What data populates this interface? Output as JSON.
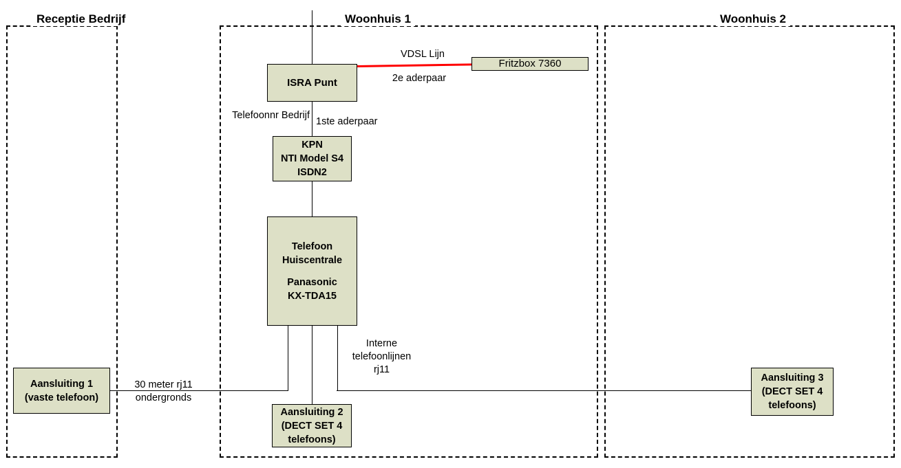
{
  "zones": [
    {
      "id": "receptie-bedrijf",
      "title": "Receptie Bedrijf"
    },
    {
      "id": "woonhuis-1",
      "title": "Woonhuis 1"
    },
    {
      "id": "woonhuis-2",
      "title": "Woonhuis 2"
    }
  ],
  "nodes": {
    "isra": {
      "lines": [
        "ISRA Punt"
      ]
    },
    "fritzbox": {
      "lines": [
        "Fritzbox 7360"
      ]
    },
    "kpn": {
      "lines": [
        "KPN",
        "NTI Model S4",
        "ISDN2"
      ]
    },
    "pabx": {
      "lines": [
        "Telefoon",
        "Huiscentrale",
        "",
        "Panasonic",
        "KX-TDA15"
      ]
    },
    "aansluiting1": {
      "lines": [
        "Aansluiting 1",
        "(vaste telefoon)"
      ]
    },
    "aansluiting2": {
      "lines": [
        "Aansluiting 2",
        "(DECT SET 4",
        "telefoons)"
      ]
    },
    "aansluiting3": {
      "lines": [
        "Aansluiting 3",
        "(DECT SET 4",
        "telefoons)"
      ]
    }
  },
  "labels": {
    "vdsl_lijn": "VDSL Lijn",
    "tweede_aderpaar": "2e aderpaar",
    "telefoonnr_bedrijf": "Telefoonnr Bedrijf",
    "eerste_aderpaar": "1ste aderpaar",
    "interne_telefoonlijnen": "Interne\ntelefoonlijnen\nrj11",
    "dertig_meter": "30 meter rj11\nondergronds"
  },
  "colors": {
    "node_fill": "#DDE0C6",
    "node_border": "#000000",
    "vdsl_line": "#FF0000",
    "wire": "#000000",
    "zone_border": "#000000"
  }
}
